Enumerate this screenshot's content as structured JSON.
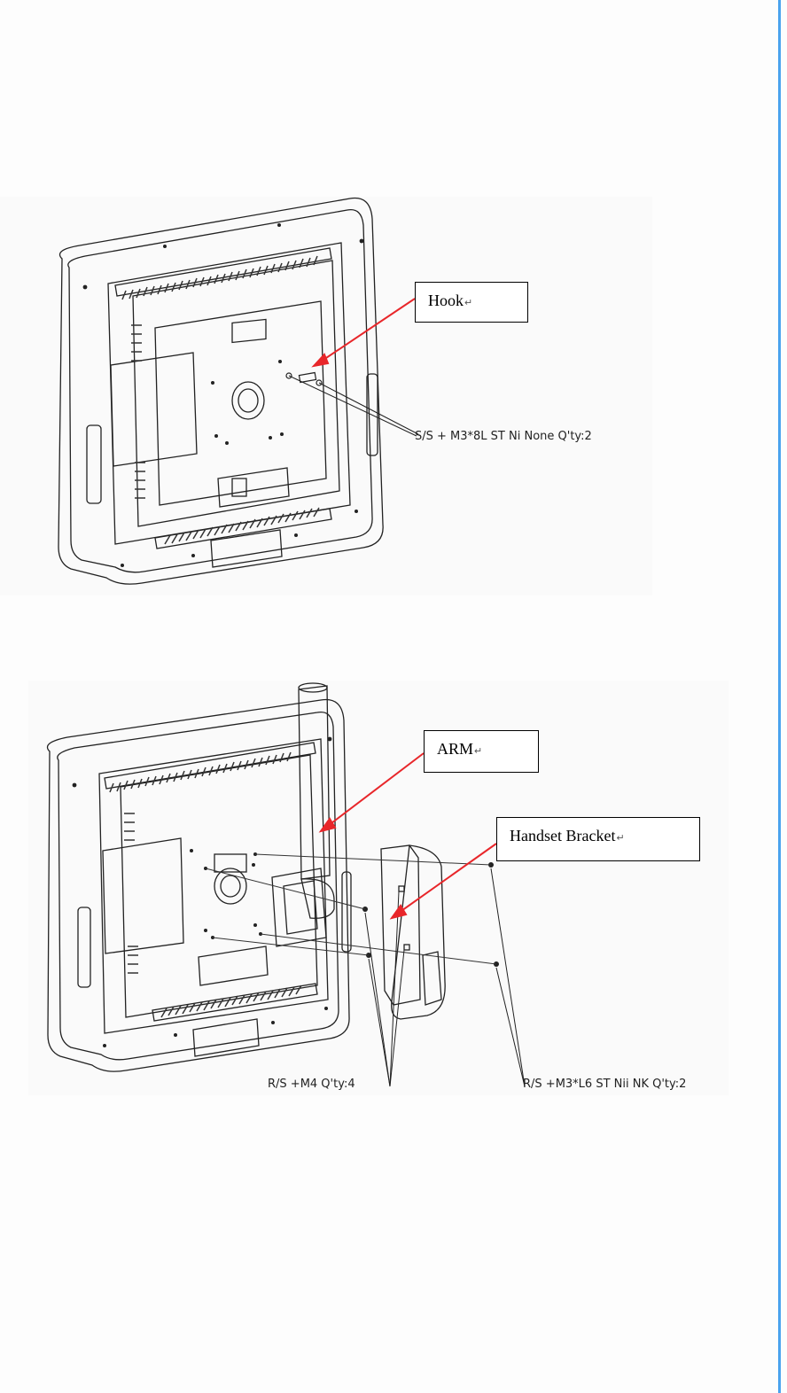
{
  "page": {
    "accent_color": "#4aa3ee"
  },
  "figure_top": {
    "callouts": {
      "hook": "Hook",
      "return_mark": "↵"
    },
    "spec": "S/S + M3*8L ST Ni None Q'ty:2"
  },
  "figure_bottom": {
    "callouts": {
      "arm": "ARM",
      "handset_bracket": "Handset Bracket",
      "return_mark": "↵"
    },
    "spec_left": "R/S +M4  Q'ty:4",
    "spec_right": "R/S +M3*L6 ST Nii NK  Q'ty:2"
  },
  "colors": {
    "arrow": "#e8262a",
    "line": "#222222"
  }
}
